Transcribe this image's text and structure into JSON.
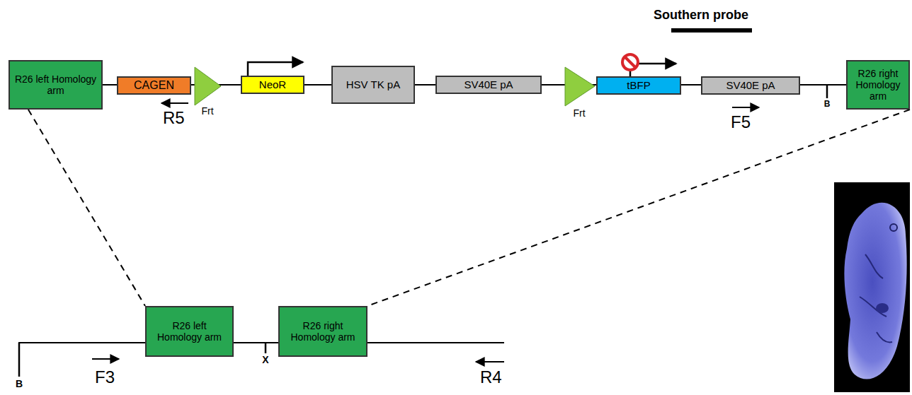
{
  "diagram": {
    "nodes": [
      {
        "text": [
          "R26 left Homology arm"
        ]
      },
      {
        "text": [
          "CAGEN"
        ]
      },
      {
        "text": [
          "NeoR"
        ]
      },
      {
        "text": [
          "HSV TK pA"
        ]
      },
      {
        "text": [
          "SV40E pA"
        ]
      },
      {
        "text": [
          "tBFP"
        ]
      },
      {
        "text": [
          "SV40E pA"
        ]
      },
      {
        "text": [
          "R26 right Homology arm"
        ]
      },
      {
        "text": [
          "R26 left Homology arm"
        ]
      },
      {
        "text": [
          "R26 right Homology arm"
        ]
      }
    ],
    "edges": [
      {
        "from": 0,
        "to": 1,
        "arrow": "none"
      },
      {
        "from": 1,
        "to": 2,
        "arrow": "none"
      },
      {
        "from": 2,
        "to": 3,
        "arrow": "none"
      },
      {
        "from": 3,
        "to": 4,
        "arrow": "none"
      },
      {
        "from": 4,
        "to": 5,
        "arrow": "none"
      },
      {
        "from": 5,
        "to": 6,
        "arrow": "none"
      },
      {
        "from": 6,
        "to": 7,
        "arrow": "none"
      },
      {
        "from": 8,
        "to": 9,
        "arrow": "none"
      },
      {
        "from": 0,
        "to": 8,
        "arrow": "none"
      },
      {
        "from": 7,
        "to": 9,
        "arrow": "none"
      }
    ],
    "labels": [
      "Southern probe",
      "Frt",
      "R5",
      "Frt",
      "F5",
      "B",
      "B",
      "F3",
      "X",
      "R4"
    ]
  }
}
